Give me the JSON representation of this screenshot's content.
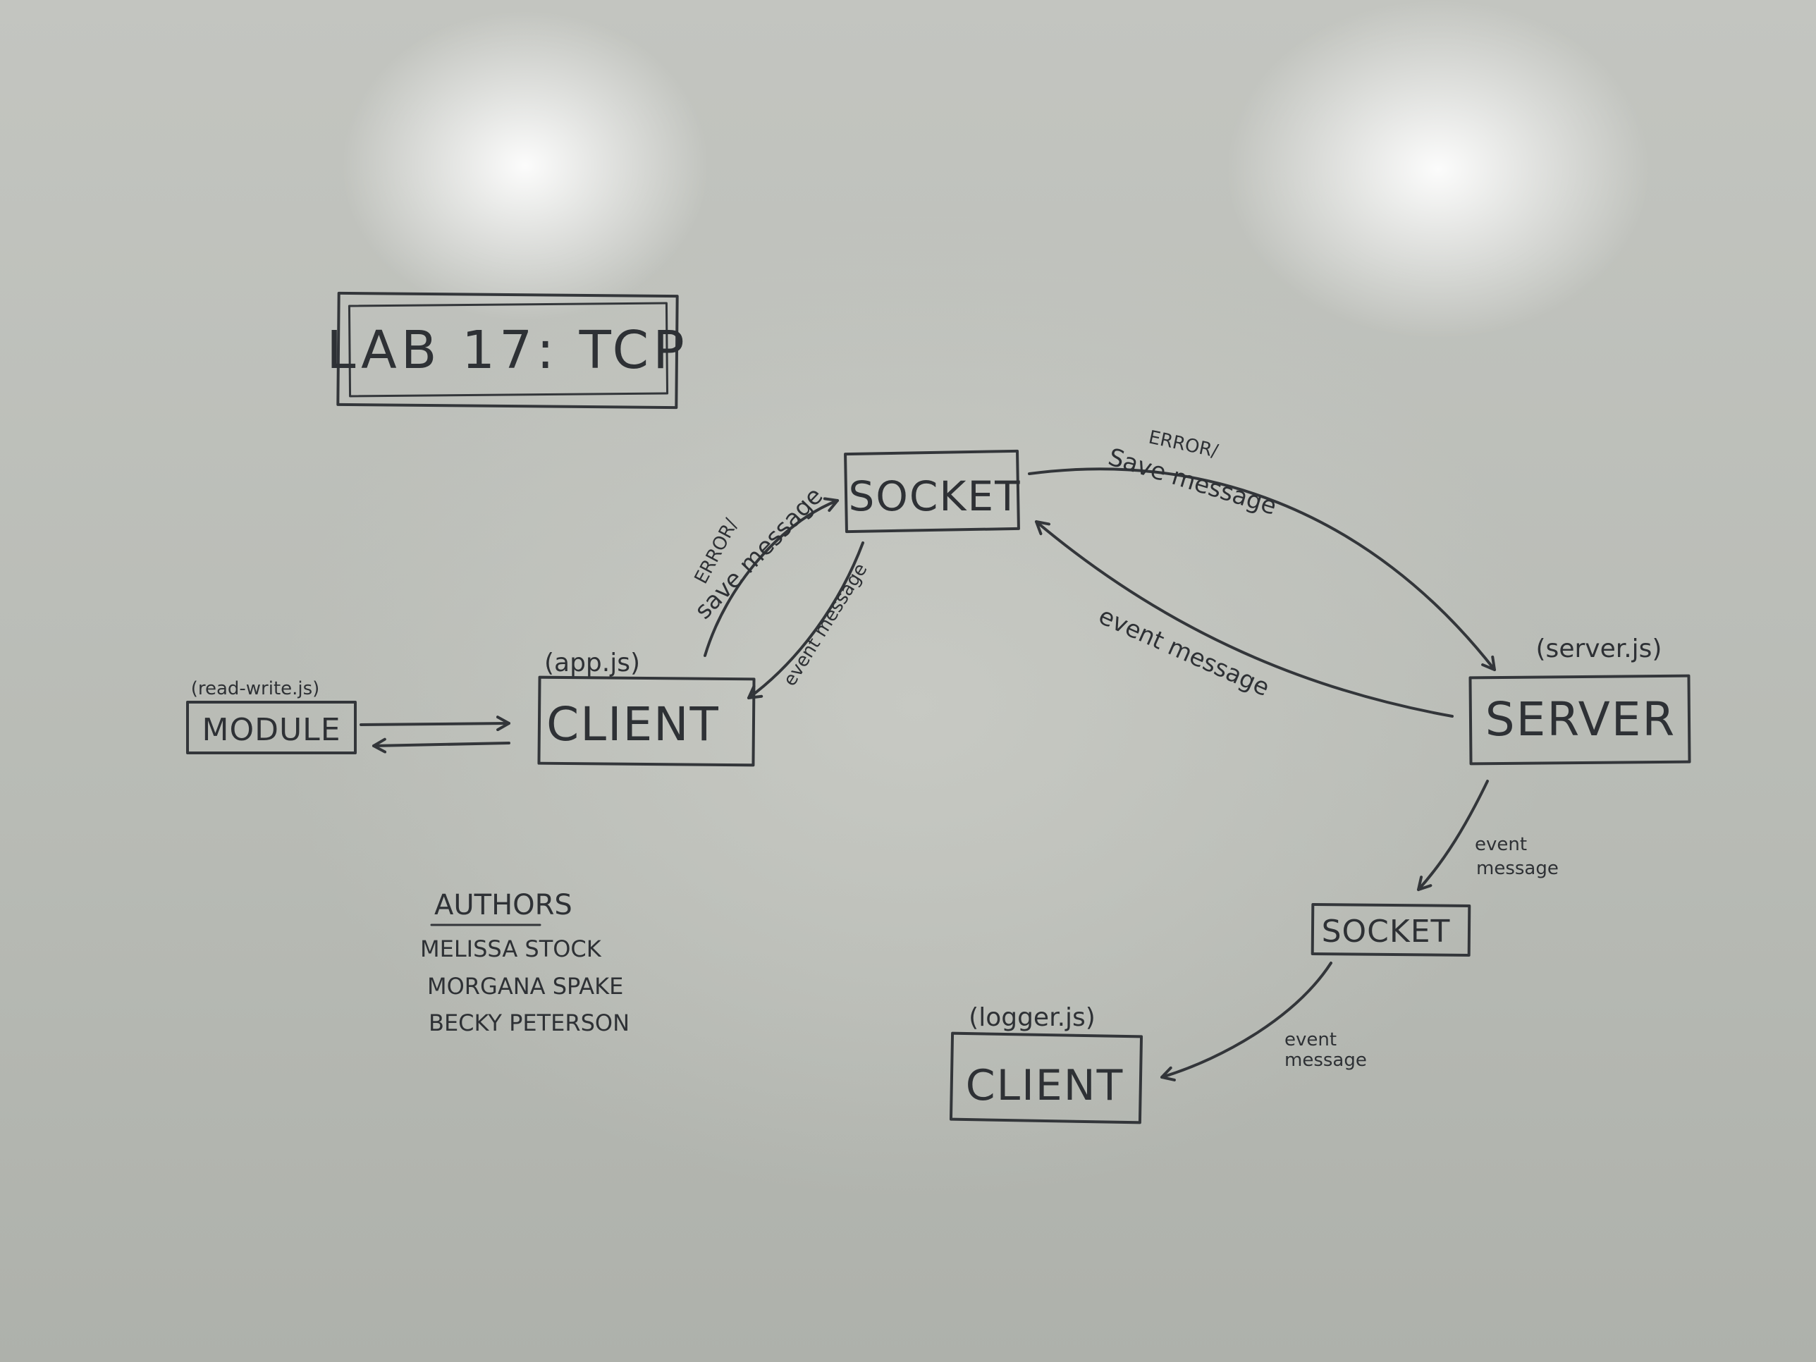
{
  "title": "LAB 17: TCP",
  "nodes": {
    "module": {
      "label": "MODULE",
      "file": "(read-write.js)"
    },
    "client_app": {
      "label": "CLIENT",
      "file": "(app.js)"
    },
    "socket_top": {
      "label": "SOCKET"
    },
    "server": {
      "label": "SERVER",
      "file": "(server.js)"
    },
    "socket_bottom": {
      "label": "SOCKET"
    },
    "client_logger": {
      "label": "CLIENT",
      "file": "(logger.js)"
    }
  },
  "edge_labels": {
    "client_to_socket_1": "ERROR/",
    "client_to_socket_2": "save message",
    "socket_to_client": "event message",
    "socket_to_server_1": "ERROR/",
    "socket_to_server_2": "Save message",
    "server_to_socket": "event   message",
    "server_to_socket2_1": "event",
    "server_to_socket2_2": "message",
    "socket2_to_logger_1": "event",
    "socket2_to_logger_2": "message"
  },
  "authors": {
    "heading": "AUTHORS",
    "names": [
      "MELISSA STOCK",
      "MORGANA SPAKE",
      "BECKY PETERSON"
    ]
  }
}
